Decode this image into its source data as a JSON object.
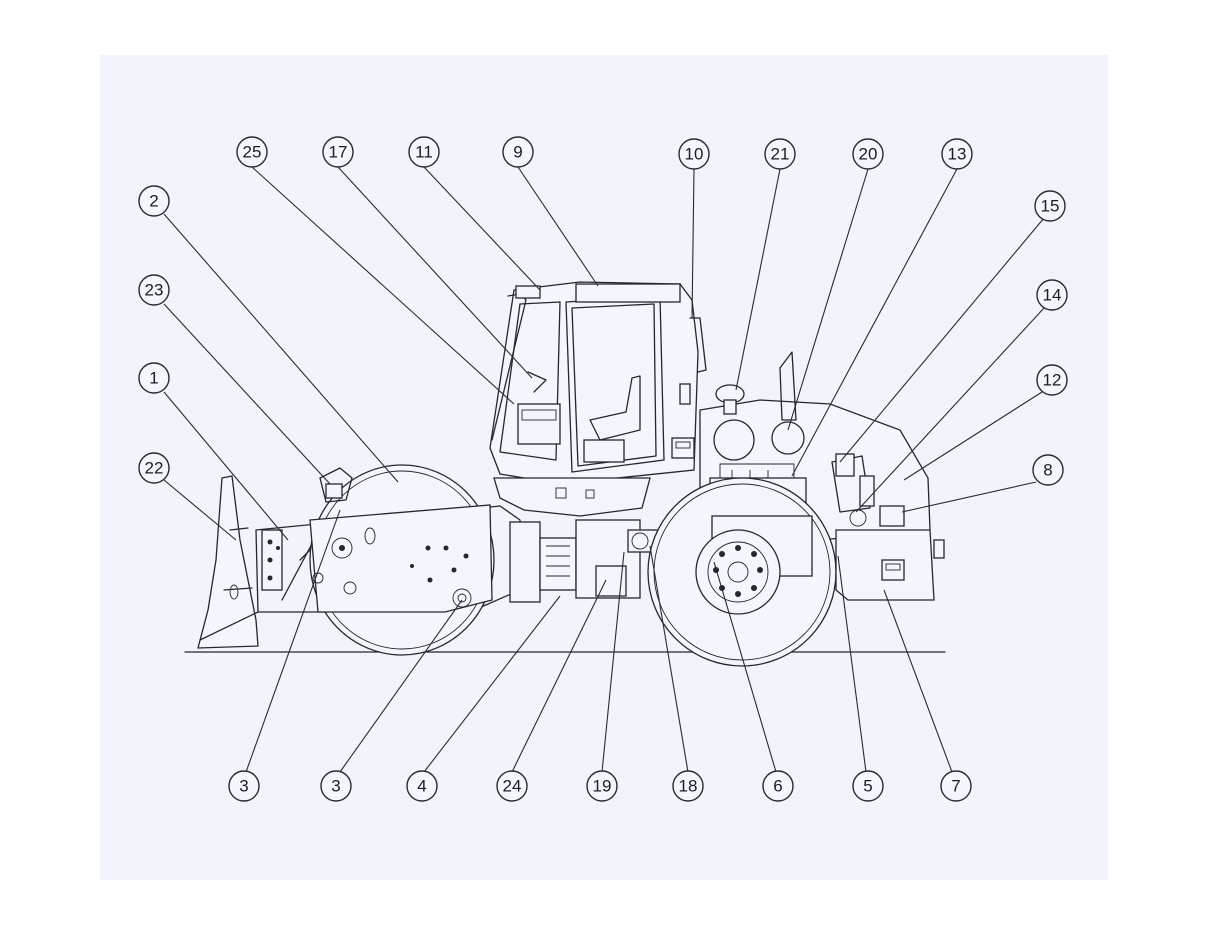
{
  "colors": {
    "line": "#26262e",
    "paper": "#f1f4fa"
  },
  "callouts": [
    {
      "label": "25"
    },
    {
      "label": "17"
    },
    {
      "label": "11"
    },
    {
      "label": "9"
    },
    {
      "label": "10"
    },
    {
      "label": "21"
    },
    {
      "label": "20"
    },
    {
      "label": "13"
    },
    {
      "label": "2"
    },
    {
      "label": "15"
    },
    {
      "label": "23"
    },
    {
      "label": "14"
    },
    {
      "label": "1"
    },
    {
      "label": "12"
    },
    {
      "label": "22"
    },
    {
      "label": "8"
    },
    {
      "label": "3"
    },
    {
      "label": "3"
    },
    {
      "label": "4"
    },
    {
      "label": "24"
    },
    {
      "label": "19"
    },
    {
      "label": "18"
    },
    {
      "label": "6"
    },
    {
      "label": "5"
    },
    {
      "label": "7"
    }
  ]
}
